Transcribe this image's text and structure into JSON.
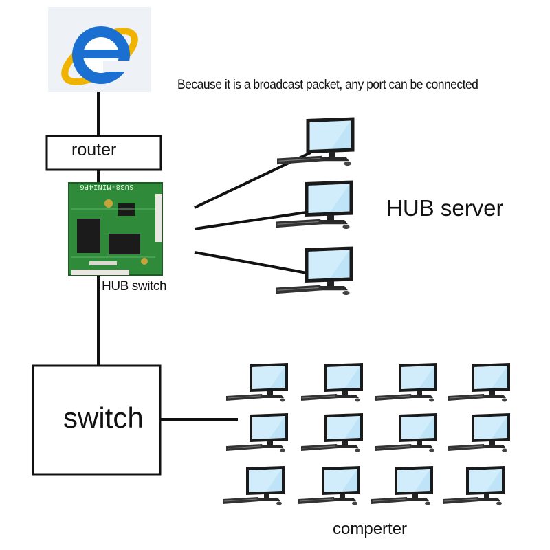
{
  "caption": "Because it is a broadcast packet, any port can be connected",
  "labels": {
    "router": "router",
    "hub_switch": "HUB switch",
    "hub_server": "HUB server",
    "switch": "switch",
    "computer": "comperter"
  },
  "pcb_marking": "SU38-MINI4PG",
  "icons": {
    "browser": "internet-explorer-icon",
    "computer": "desktop-computer-icon"
  },
  "colors": {
    "line": "#111111",
    "browser_blue": "#1a6fd1",
    "browser_ring": "#f0b400",
    "pcb_green": "#2f8a3a",
    "screen": "#bfe4f7"
  }
}
